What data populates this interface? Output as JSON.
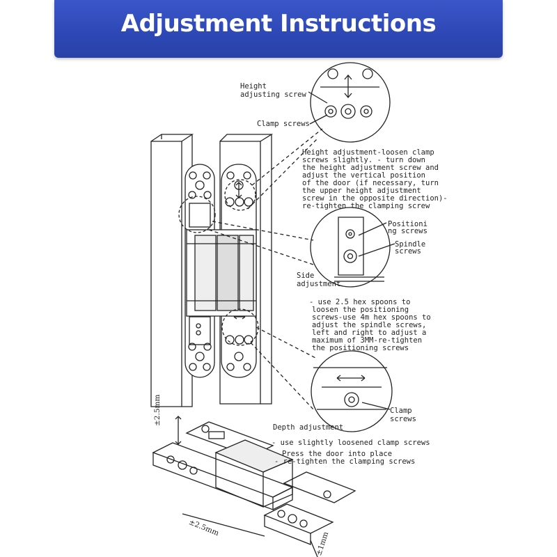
{
  "header": {
    "title": "Adjustment Instructions"
  },
  "labels": {
    "height_screw_l1": "Height",
    "height_screw_l2": "adjusting screw",
    "clamp_top": "Clamp screws",
    "height_note_1": "Height adjustment-loosen clamp",
    "height_note_2": "screws slightly. - turn down",
    "height_note_3": "the height adjustment screw and",
    "height_note_4": "adjust the vertical position",
    "height_note_5": "of the door (if necessary, turn",
    "height_note_6": "the upper height adjustment",
    "height_note_7": "screw in the opposite direction)-",
    "height_note_8": "re-tighten the clamping screw",
    "positioning_1": "Positioni",
    "positioning_2": "ng screws",
    "spindle_1": "Spindle",
    "spindle_2": "screws",
    "side_1": "Side",
    "side_2": "adjustment",
    "side_note_1": "- use 2.5 hex spoons to",
    "side_note_2": "loosen the positioning",
    "side_note_3": "screws-use 4m hex spoons to",
    "side_note_4": "adjust the spindle screws,",
    "side_note_5": "left and right to adjust a",
    "side_note_6": "maximum of 3MM-re-tighten",
    "side_note_7": "the positioning screws",
    "clamp_bottom_1": "Clamp",
    "clamp_bottom_2": "screws",
    "depth_title": "Depth adjustment",
    "depth_note_1": "- use slightly loosened clamp screws",
    "depth_note_2": "Press the door into place",
    "depth_note_3": "- re-tighten the clamping screws",
    "dim_vertical": "±2.5mm",
    "dim_horizontal": "±2.5mm",
    "dim_depth": "±1mm"
  },
  "colors": {
    "banner": "#2d48b5",
    "line": "#222222"
  }
}
